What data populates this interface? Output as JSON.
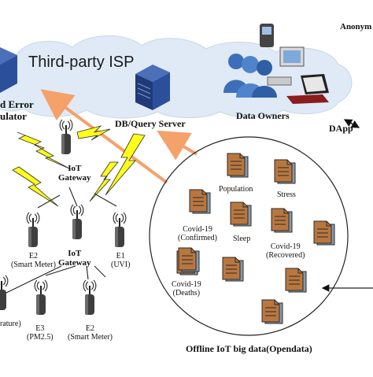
{
  "isp": {
    "title": "Third-party ISP"
  },
  "entities": {
    "error_handler_line1": "d Error",
    "error_handler_line2": "ulator",
    "db_query_server": "DB/Query Server",
    "data_owners": "Data Owners",
    "anonymizer": "Anonym",
    "dapp": "DApp"
  },
  "gateways": {
    "top": [
      "IoT",
      "Gateway"
    ],
    "bottom": [
      "IoT",
      "Gateway"
    ]
  },
  "sensors": [
    {
      "id": "E2",
      "desc": "(Smart Meter)"
    },
    {
      "id": "E1",
      "desc": "(UVI)"
    },
    {
      "id": "E3",
      "desc": "(PM2.5)"
    },
    {
      "id": "E2",
      "desc": "(Smart Meter)"
    },
    {
      "id": "",
      "desc": "rature)"
    }
  ],
  "datasets": {
    "population": "Population",
    "stress": "Stress",
    "covid_confirmed": [
      "Covid-19",
      "(Confirmed)"
    ],
    "sleep": "Sleep",
    "covid_recovered": [
      "Covid-19",
      "(Recovered)"
    ],
    "covid_deaths": [
      "Covid-19",
      "(Deaths)"
    ]
  },
  "offline_title": "Offline IoT big data(Opendata)",
  "colors": {
    "cloud": "#dfeaf6",
    "server_body": "#1f3a78",
    "server_front": "#2c4f9c",
    "arrow_orange": "#f5a16a",
    "lightning": "#ffff1a",
    "doc_fill": "#8a9aa8",
    "doc_front": "#b9773f"
  }
}
